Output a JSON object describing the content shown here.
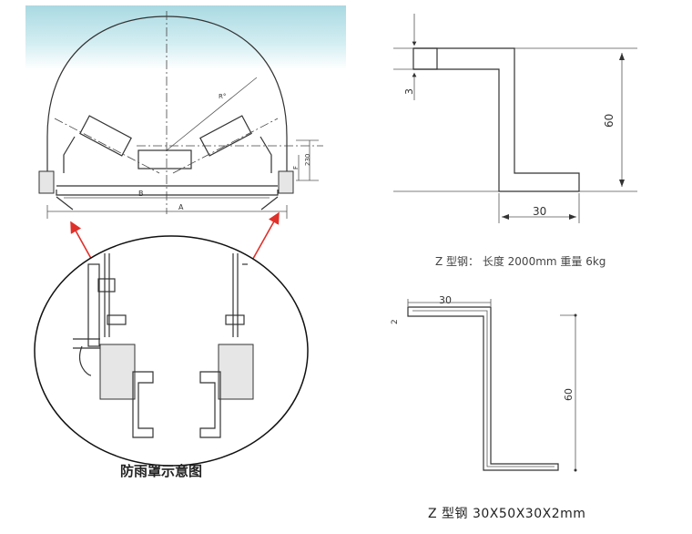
{
  "left_diagram": {
    "title": "防雨罩示意图",
    "labels": {
      "radius": "R°",
      "width_b": "B",
      "width_a": "A",
      "dim_f": "F",
      "dim_230": "230"
    }
  },
  "profile_top": {
    "dim_3": "3",
    "dim_60": "60",
    "dim_30": "30",
    "caption": "Z 型钢：  长度 2000mm  重量 6kg"
  },
  "profile_bottom": {
    "dim_30": "30",
    "dim_2": "2",
    "dim_60": "60",
    "caption": "Z 型钢   30X50X30X2mm"
  },
  "colors": {
    "sky": "#bfe3ea",
    "arrow": "#e0302a",
    "line": "#333333"
  }
}
